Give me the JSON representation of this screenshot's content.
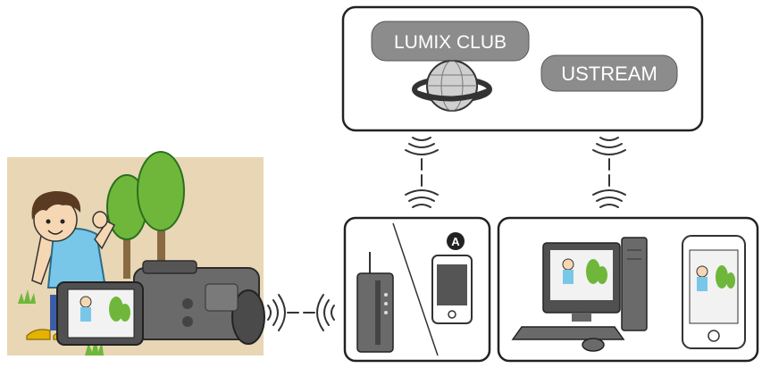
{
  "cloud": {
    "lumix_club_label": "LUMIX CLUB",
    "ustream_label": "USTREAM"
  },
  "router_box": {
    "marker_label": "A"
  },
  "colors": {
    "scene_bg": "#e8d6b5",
    "pill_bg": "#8c8c8c",
    "pill_text": "#ffffff",
    "frame": "#222222",
    "tree": "#6fb73a",
    "shirt": "#78c7e8",
    "device_gray": "#5d5d5d"
  },
  "icons": [
    "globe-ring-icon",
    "wifi-signal-icon",
    "wireless-router-icon",
    "smartphone-icon",
    "desktop-computer-icon",
    "camcorder-icon"
  ]
}
